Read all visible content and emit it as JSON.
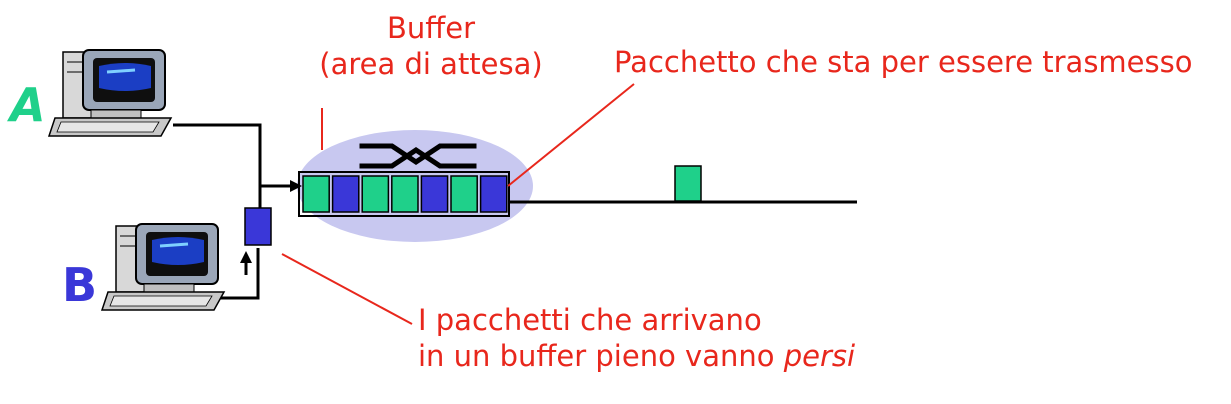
{
  "hosts": [
    {
      "id": "A",
      "label": "A",
      "color": "#1fd08a"
    },
    {
      "id": "B",
      "label": "B",
      "color": "#3a37d8"
    }
  ],
  "buffer": {
    "label_line1": "Buffer",
    "label_line2": "(area di attesa)",
    "queue_colors": [
      "#1fd08a",
      "#3a37d8",
      "#1fd08a",
      "#1fd08a",
      "#3a37d8",
      "#1fd08a",
      "#3a37d8"
    ]
  },
  "packet_in_transit": {
    "label": "Pacchetto che sta per essere trasmesso",
    "color": "#1fd08a"
  },
  "dropped_packet": {
    "line1": "I pacchetti che arrivano",
    "line2_prefix": "in un buffer pieno vanno ",
    "line2_emphasis": "persi",
    "color": "#3a37d8"
  },
  "colors": {
    "annotation": "#e8271c",
    "router_body": "#c8c8f0",
    "link": "#000000"
  }
}
